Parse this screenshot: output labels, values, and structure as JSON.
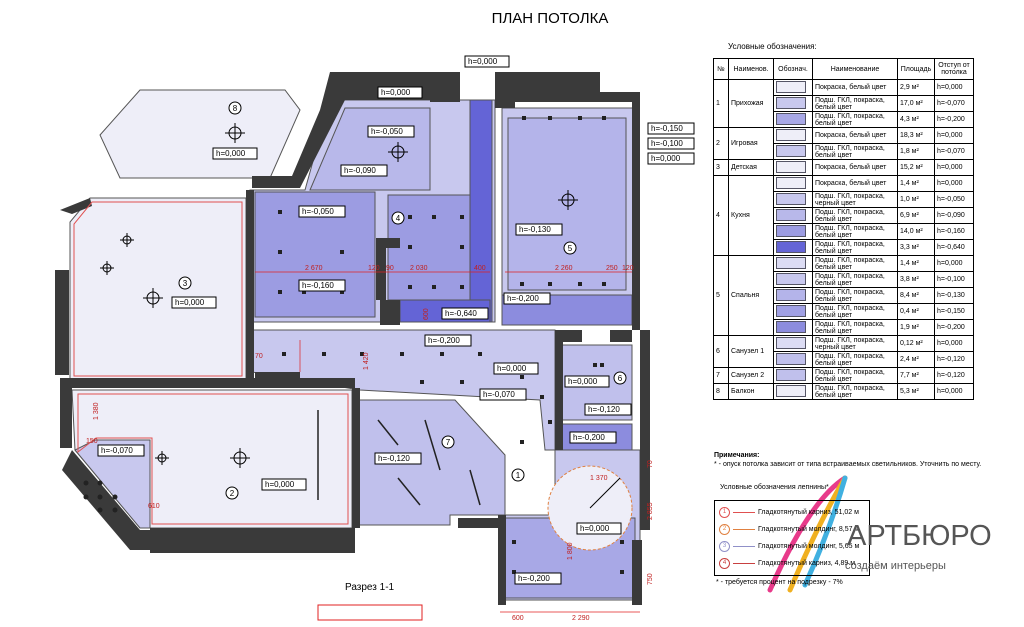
{
  "title": "ПЛАН ПОТОЛКА",
  "legend": {
    "title": "Условные обозначения:",
    "headers": [
      "№",
      "Наименов.",
      "Обознач.",
      "Наименование",
      "Площадь",
      "Отступ от потолка"
    ],
    "rows": [
      {
        "num": "1",
        "room": "Прихожая",
        "span": 3,
        "color": "#eeeef8",
        "desc": "Покраска, белый цвет",
        "area": "2,9 м²",
        "offset": "h=0,000"
      },
      {
        "color": "#c8c8ee",
        "desc": "Подш. ГКЛ, покраска, белый цвет",
        "area": "17,0 м²",
        "offset": "h=-0,070"
      },
      {
        "color": "#a8a8e6",
        "desc": "Подш. ГКЛ, покраска, белый цвет",
        "area": "4,3 м²",
        "offset": "h=-0,200"
      },
      {
        "num": "2",
        "room": "Игровая",
        "span": 2,
        "color": "#eeeef8",
        "desc": "Покраска, белый цвет",
        "area": "18,3 м²",
        "offset": "h=0,000"
      },
      {
        "color": "#c8c8ee",
        "desc": "Подш. ГКЛ, покраска, белый цвет",
        "area": "1,8 м²",
        "offset": "h=-0,070"
      },
      {
        "num": "3",
        "room": "Детская",
        "span": 1,
        "color": "#eeeef8",
        "desc": "Покраска, белый цвет",
        "area": "15,2 м²",
        "offset": "h=0,000"
      },
      {
        "num": "4",
        "room": "Кухня",
        "span": 5,
        "color": "#eeeef8",
        "desc": "Покраска, белый цвет",
        "area": "1,4 м²",
        "offset": "h=0,000"
      },
      {
        "color": "#c8c8ee",
        "desc": "Подш. ГКЛ, покраска, черный цвет",
        "area": "1,0 м²",
        "offset": "h=-0,050"
      },
      {
        "color": "#b8b8ea",
        "desc": "Подш. ГКЛ, покраска, белый цвет",
        "area": "6,9 м²",
        "offset": "h=-0,090"
      },
      {
        "color": "#9c9ce2",
        "desc": "Подш. ГКЛ, покраска, белый цвет",
        "area": "14,0 м²",
        "offset": "h=-0,160"
      },
      {
        "color": "#6464d6",
        "desc": "Подш. ГКЛ, покраска, белый цвет",
        "area": "3,3 м²",
        "offset": "h=-0,640"
      },
      {
        "num": "5",
        "room": "Спальня",
        "span": 5,
        "color": "#dcdcf4",
        "desc": "Подш. ГКЛ, покраска, белый цвет",
        "area": "1,4 м²",
        "offset": "h=0,000"
      },
      {
        "color": "#c8c8ee",
        "desc": "Подш. ГКЛ, покраска, белый цвет",
        "area": "3,8 м²",
        "offset": "h=-0,100"
      },
      {
        "color": "#b4b4ea",
        "desc": "Подш. ГКЛ, покраска, белый цвет",
        "area": "8,4 м²",
        "offset": "h=-0,130"
      },
      {
        "color": "#a0a0e4",
        "desc": "Подш. ГКЛ, покраска, белый цвет",
        "area": "0,4 м²",
        "offset": "h=-0,150"
      },
      {
        "color": "#8c8cde",
        "desc": "Подш. ГКЛ, покраска, белый цвет",
        "area": "1,9 м²",
        "offset": "h=-0,200"
      },
      {
        "num": "6",
        "room": "Санузел 1",
        "span": 2,
        "color": "#dcdcf4",
        "desc": "Подш. ГКЛ, покраска, черный цвет",
        "area": "0,12 м²",
        "offset": "h=0,000"
      },
      {
        "color": "#c0c0ec",
        "desc": "Подш. ГКЛ, покраска, белый цвет",
        "area": "2,4 м²",
        "offset": "h=-0,120"
      },
      {
        "num": "7",
        "room": "Санузел 2",
        "span": 1,
        "color": "#c0c0ec",
        "desc": "Подш. ГКЛ, покраска, белый цвет",
        "area": "7,7 м²",
        "offset": "h=-0,120"
      },
      {
        "num": "8",
        "room": "Балкон",
        "span": 1,
        "color": "#eeeef8",
        "desc": "Подш. ГКЛ, покраска, белый цвет",
        "area": "5,3 м²",
        "offset": "h=0,000"
      }
    ]
  },
  "notes": {
    "heading": "Примечания:",
    "text": "* - опуск потолка зависит от типа встраиваемых светильников. Уточнить по месту."
  },
  "moldings": {
    "title": "Условные обозначения лепнины*",
    "items": [
      {
        "num": "1",
        "color": "#e05050",
        "text": "Гладкотянутый карниз, 51,02 м"
      },
      {
        "num": "2",
        "color": "#e08040",
        "text": "Гладкотянутый молдинг, 8,57 м"
      },
      {
        "num": "3",
        "color": "#9090c8",
        "text": "Гладкотянутый молдинг, 5,65 м"
      },
      {
        "num": "4",
        "color": "#c84040",
        "text": "Гладкотянутый карниз, 4,89 м"
      }
    ],
    "footnote": "* - требуется процент на подрезку - 7%"
  },
  "logo": {
    "name": "АРТБЮРО",
    "tagline": "создаём интерьеры"
  },
  "plan": {
    "section_label": "Разрез 1-1",
    "room_numbers": [
      "1",
      "2",
      "3",
      "4",
      "5",
      "6",
      "7",
      "8"
    ],
    "height_labels": [
      "h=0,000",
      "h=0,000",
      "h=-0,050",
      "h=-0,090",
      "h=-0,050",
      "h=-0,160",
      "h=-0,640",
      "h=-0,130",
      "h=-0,200",
      "h=-0,150",
      "h=-0,100",
      "h=0,000",
      "h=0,000",
      "h=0,000",
      "h=-0,200",
      "h=0,000",
      "h=-0,070",
      "h=0,000",
      "h=-0,120",
      "h=-0,200",
      "h=-0,070",
      "h=0,000",
      "h=-0,120",
      "h=-0,200",
      "h=0,000"
    ],
    "dimensions": [
      "2 670",
      "120",
      "90",
      "2 030",
      "400",
      "2 260",
      "250",
      "120",
      "1 420",
      "1 380",
      "150",
      "610",
      "2 290",
      "600",
      "70",
      "70",
      "750",
      "2 855",
      "1 370",
      "1 800",
      "600"
    ],
    "colors": {
      "wall": "#3a3a3a",
      "base": "#eeeef8",
      "light": "#c8c8ee",
      "mid": "#9c9ce2",
      "dark": "#6464d6",
      "cornice": "#e05050",
      "dim": "#e02020"
    }
  }
}
